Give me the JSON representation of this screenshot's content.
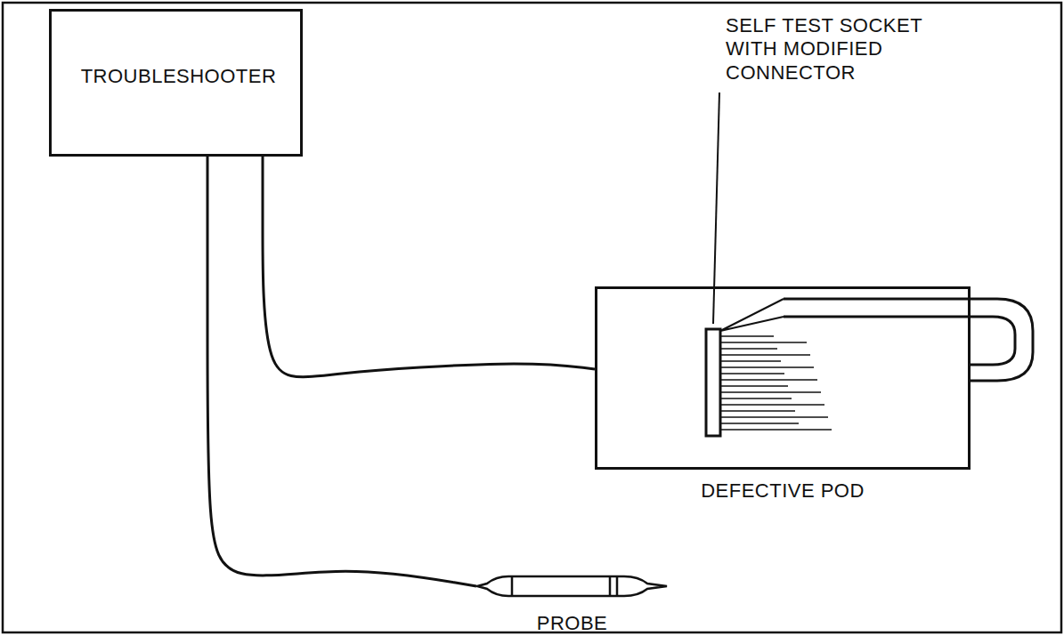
{
  "diagram": {
    "nodes": [
      {
        "text": [
          "TROUBLESHOOTER"
        ]
      },
      {
        "text": [
          "DEFECTIVE POD"
        ]
      },
      {
        "text": [
          "PROBE"
        ]
      }
    ],
    "edges": [
      {
        "from": 0,
        "to": 1,
        "arrow": "none"
      },
      {
        "from": 0,
        "to": 2,
        "arrow": "none"
      }
    ],
    "labels": [
      "SELF TEST SOCKET WITH MODIFIED CONNECTOR"
    ]
  }
}
